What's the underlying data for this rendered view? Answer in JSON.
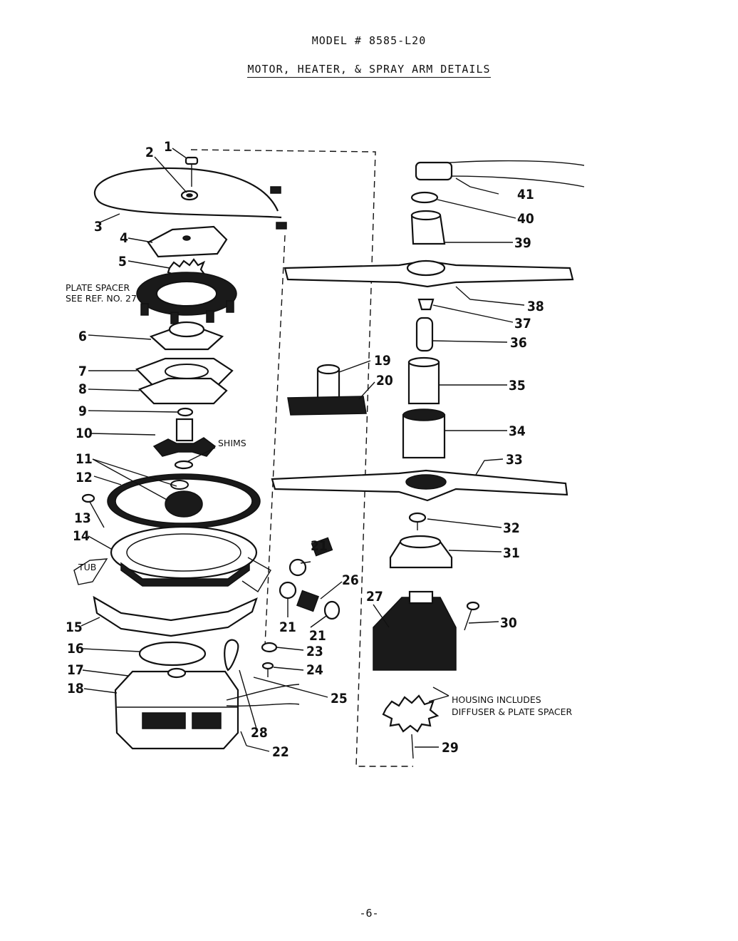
{
  "header": {
    "model": "MODEL # 8585-L20",
    "subtitle": "MOTOR, HEATER, & SPRAY ARM DETAILS"
  },
  "page_number": "-6-",
  "callouts": {
    "c1": "1",
    "c2": "2",
    "c3": "3",
    "c4": "4",
    "c5": "5",
    "c6": "6",
    "c7": "7",
    "c8": "8",
    "c9": "9",
    "c10": "10",
    "c11": "11",
    "c12": "12",
    "c13": "13",
    "c14": "14",
    "c15": "15",
    "c16": "16",
    "c17": "17",
    "c18": "18",
    "c19": "19",
    "c20": "20",
    "c21a": "21",
    "c21b": "21",
    "c21c": "21",
    "c22": "22",
    "c23": "23",
    "c24": "24",
    "c25": "25",
    "c26": "26",
    "c27": "27",
    "c28": "28",
    "c29": "29",
    "c30": "30",
    "c31": "31",
    "c32": "32",
    "c33": "33",
    "c34": "34",
    "c35": "35",
    "c36": "36",
    "c37": "37",
    "c38": "38",
    "c39": "39",
    "c40": "40",
    "c41": "41"
  },
  "labels": {
    "plate_spacer_1": "PLATE SPACER",
    "plate_spacer_2": "SEE REF. NO. 27",
    "shims": "SHIMS",
    "tub": "TUB",
    "housing_1": "HOUSING INCLUDES",
    "housing_2": "DIFFUSER & PLATE SPACER"
  }
}
